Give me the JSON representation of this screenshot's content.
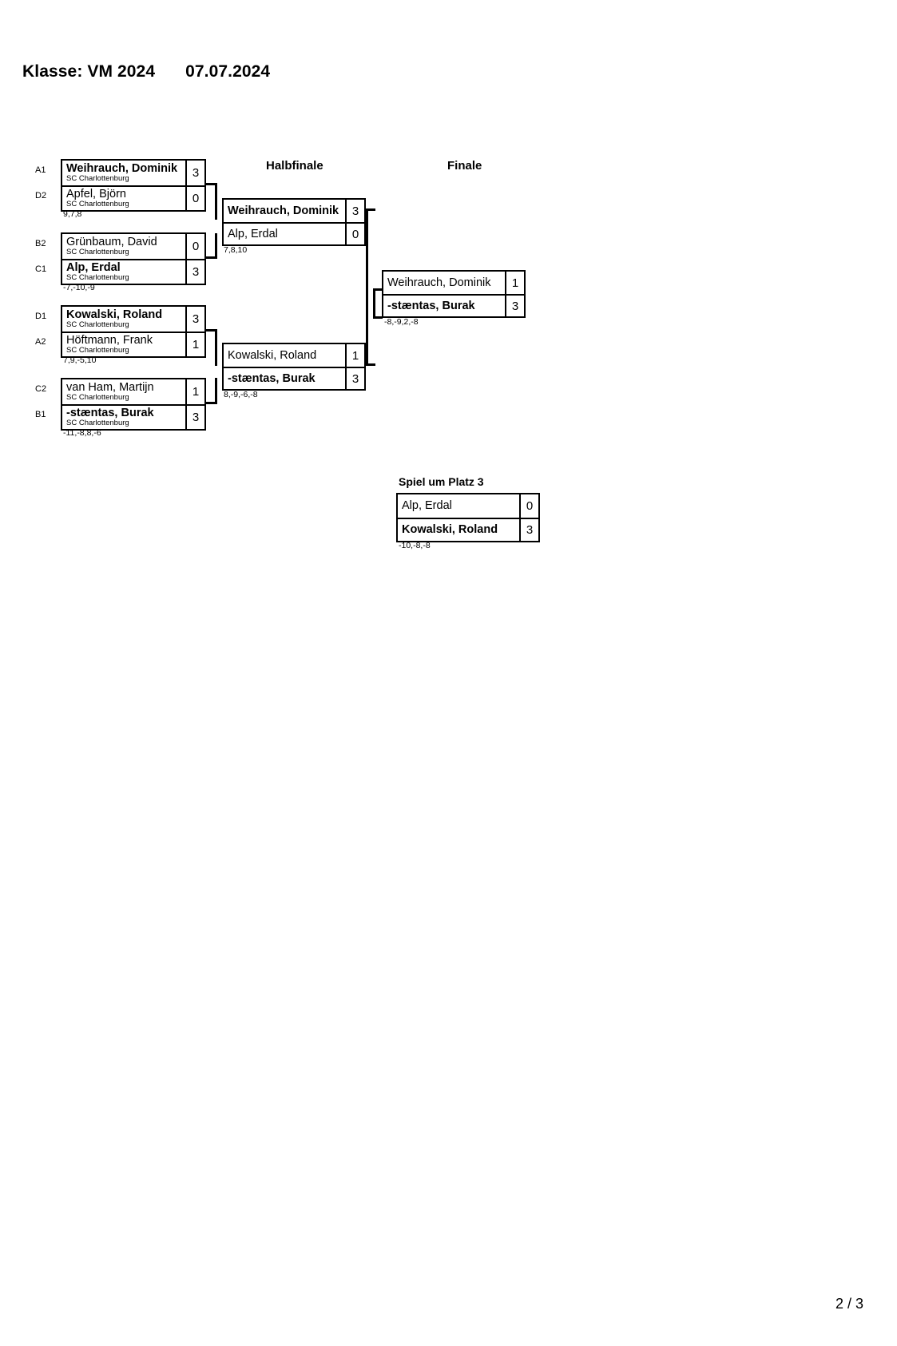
{
  "header": {
    "klasse": "Klasse: VM 2024",
    "date": "07.07.2024"
  },
  "rounds": {
    "halbfinale_caption": "Halbfinale",
    "finale_caption": "Finale",
    "platz3_caption": "Spiel um Platz 3"
  },
  "quarterfinals": [
    {
      "seed_top": "A1",
      "seed_bottom": "D2",
      "top": {
        "name": "Weihrauch, Dominik",
        "club": "SC Charlottenburg",
        "score": "3",
        "winner": true
      },
      "bottom": {
        "name": "Apfel, Björn",
        "club": "SC Charlottenburg",
        "score": "0",
        "winner": false
      },
      "sets": "9,7,8"
    },
    {
      "seed_top": "B2",
      "seed_bottom": "C1",
      "top": {
        "name": "Grünbaum, David",
        "club": "SC Charlottenburg",
        "score": "0",
        "winner": false
      },
      "bottom": {
        "name": "Alp, Erdal",
        "club": "SC Charlottenburg",
        "score": "3",
        "winner": true
      },
      "sets": "-7,-10,-9"
    },
    {
      "seed_top": "D1",
      "seed_bottom": "A2",
      "top": {
        "name": "Kowalski, Roland",
        "club": "SC Charlottenburg",
        "score": "3",
        "winner": true
      },
      "bottom": {
        "name": "Höftmann, Frank",
        "club": "SC Charlottenburg",
        "score": "1",
        "winner": false
      },
      "sets": "7,9,-5,10"
    },
    {
      "seed_top": "C2",
      "seed_bottom": "B1",
      "top": {
        "name": "van Ham, Martijn",
        "club": "SC Charlottenburg",
        "score": "1",
        "winner": false
      },
      "bottom": {
        "name": "-stæntas, Burak",
        "club": "SC Charlottenburg",
        "score": "3",
        "winner": true
      },
      "sets": "-11,-8,8,-6"
    }
  ],
  "semifinals": [
    {
      "top": {
        "name": "Weihrauch, Dominik",
        "score": "3",
        "winner": true
      },
      "bottom": {
        "name": "Alp, Erdal",
        "score": "0",
        "winner": false
      },
      "sets": "7,8,10"
    },
    {
      "top": {
        "name": "Kowalski, Roland",
        "score": "1",
        "winner": false
      },
      "bottom": {
        "name": "-stæntas, Burak",
        "score": "3",
        "winner": true
      },
      "sets": "8,-9,-6,-8"
    }
  ],
  "final": {
    "top": {
      "name": "Weihrauch, Dominik",
      "score": "1",
      "winner": false
    },
    "bottom": {
      "name": "-stæntas, Burak",
      "score": "3",
      "winner": true
    },
    "sets": "-8,-9,2,-8"
  },
  "third_place": {
    "top": {
      "name": "Alp, Erdal",
      "score": "0",
      "winner": false
    },
    "bottom": {
      "name": "Kowalski, Roland",
      "score": "3",
      "winner": true
    },
    "sets": "-10,-8,-8"
  },
  "footer": {
    "page": "2 / 3"
  }
}
